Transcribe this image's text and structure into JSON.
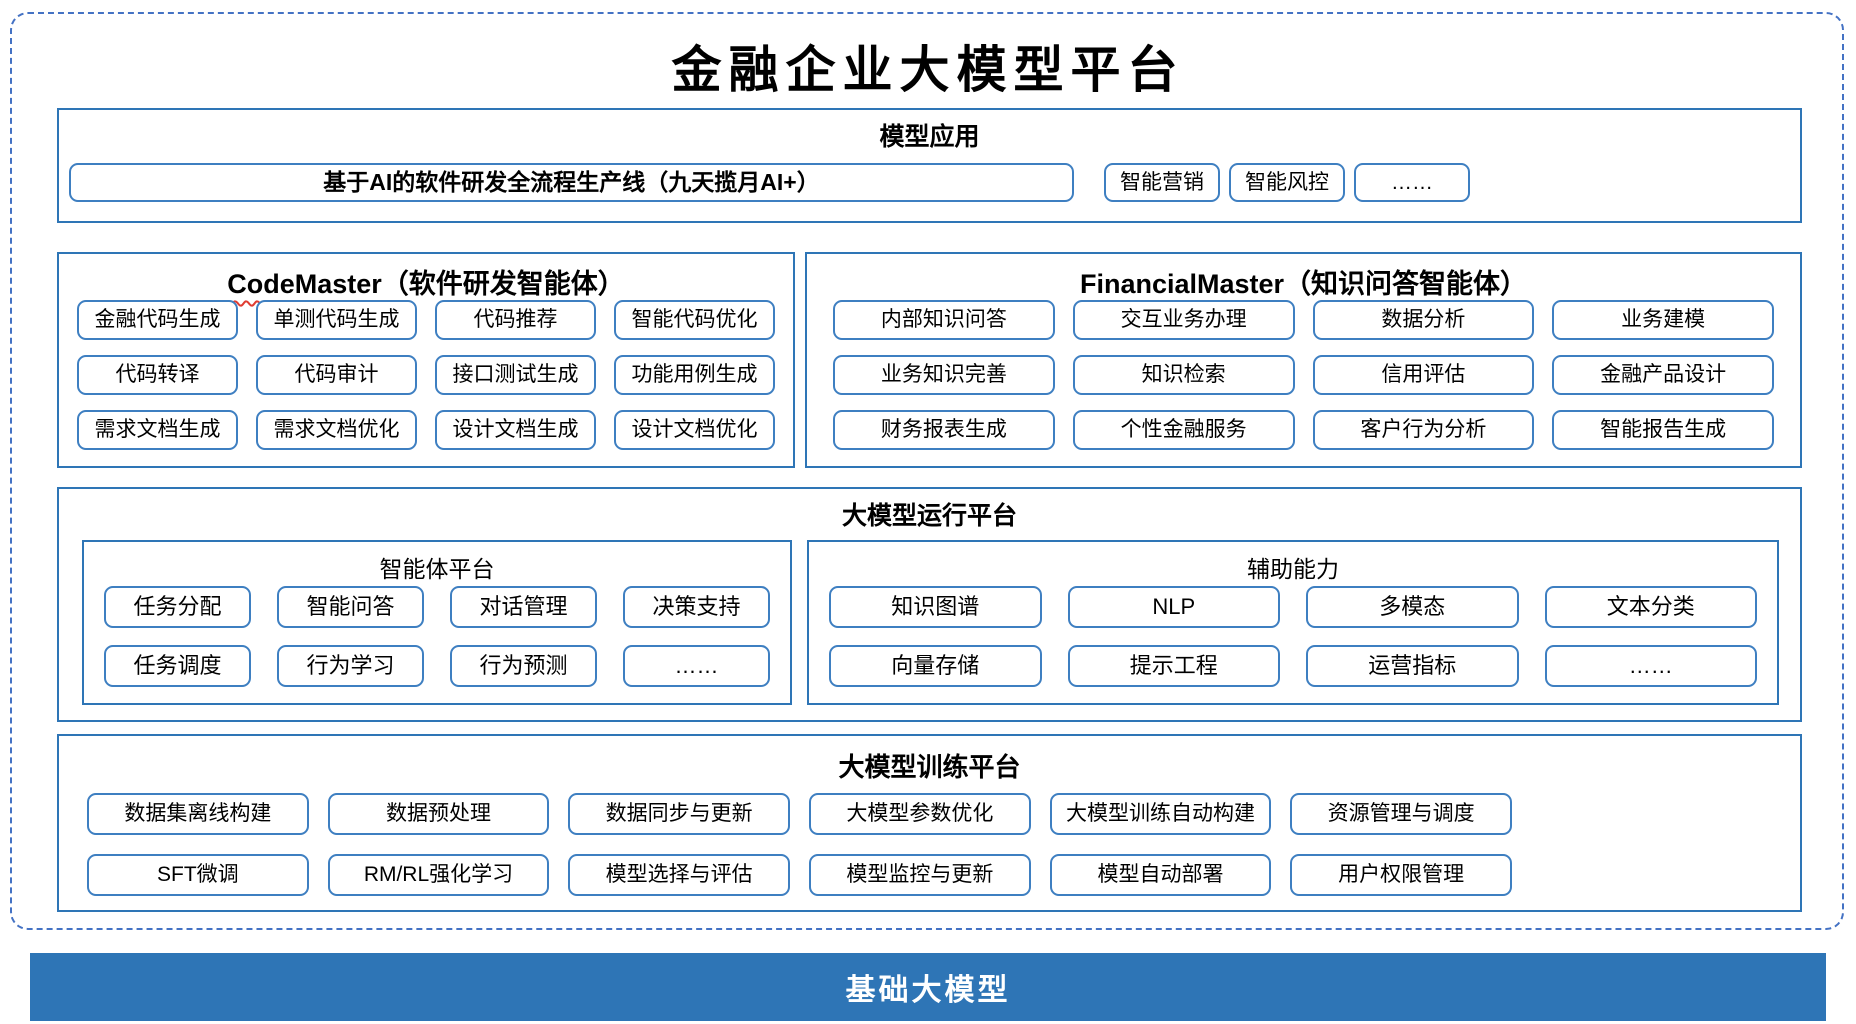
{
  "title": "金融企业大模型平台",
  "model_app": {
    "header": "模型应用",
    "pipeline": "基于AI的软件研发全流程生产线（九天揽月AI+）",
    "items": [
      "智能营销",
      "智能风控",
      "……"
    ]
  },
  "code_master": {
    "name": "CodeMaster",
    "subtitle": "（软件研发智能体）",
    "items": [
      "金融代码生成",
      "单测代码生成",
      "代码推荐",
      "智能代码优化",
      "代码转译",
      "代码审计",
      "接口测试生成",
      "功能用例生成",
      "需求文档生成",
      "需求文档优化",
      "设计文档生成",
      "设计文档优化"
    ]
  },
  "financial_master": {
    "name": "FinancialMaster",
    "subtitle": "（知识问答智能体）",
    "items": [
      "内部知识问答",
      "交互业务办理",
      "数据分析",
      "业务建模",
      "业务知识完善",
      "知识检索",
      "信用评估",
      "金融产品设计",
      "财务报表生成",
      "个性金融服务",
      "客户行为分析",
      "智能报告生成"
    ]
  },
  "runtime": {
    "header": "大模型运行平台",
    "agent": {
      "title": "智能体平台",
      "items": [
        "任务分配",
        "智能问答",
        "对话管理",
        "决策支持",
        "任务调度",
        "行为学习",
        "行为预测",
        "……"
      ]
    },
    "aux": {
      "title": "辅助能力",
      "items": [
        "知识图谱",
        "NLP",
        "多模态",
        "文本分类",
        "向量存储",
        "提示工程",
        "运营指标",
        "……"
      ]
    }
  },
  "training": {
    "header": "大模型训练平台",
    "items": [
      "数据集离线构建",
      "数据预处理",
      "数据同步与更新",
      "大模型参数优化",
      "大模型训练自动构建",
      "资源管理与调度",
      "SFT微调",
      "RM/RL强化学习",
      "模型选择与评估",
      "模型监控与更新",
      "模型自动部署",
      "用户权限管理"
    ]
  },
  "base_model": {
    "label": "基础大模型"
  },
  "colors": {
    "border_blue": "#2E75B6",
    "box_border_blue": "#3E7FC1",
    "dashed_blue": "#4472C4",
    "base_bar_bg": "#2E75B6",
    "wavy_red": "#E03C31"
  }
}
